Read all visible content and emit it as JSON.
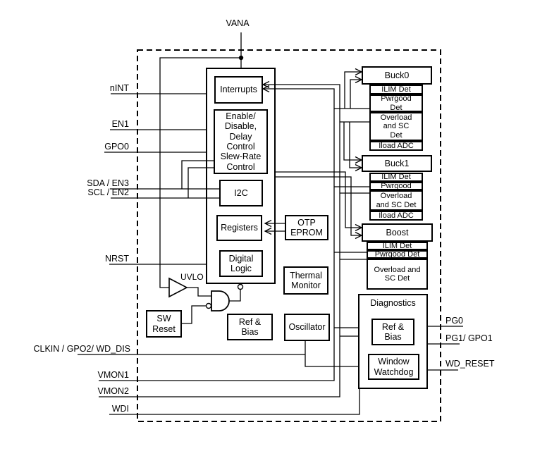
{
  "diagram": {
    "top_pin": "VANA",
    "pins_left": {
      "nint": "nINT",
      "en1": "EN1",
      "gpo0": "GPO0",
      "sda_en3": "SDA / EN3",
      "scl_en2": "SCL / EN2",
      "nrst": "NRST",
      "clkin": "CLKIN / GPO2/ WD_DIS",
      "vmon1": "VMON1",
      "vmon2": "VMON2",
      "wdi": "WDI"
    },
    "pins_right": {
      "pg0": "PG0",
      "pg1_gpo1": "PG1/ GPO1",
      "wd_reset": "WD_RESET"
    },
    "blocks": {
      "interrupts": "Interrupts",
      "enable": "Enable/\nDisable,\nDelay\nControl\nSlew-Rate\nControl",
      "i2c": "I2C",
      "registers": "Registers",
      "digital_logic": "Digital\nLogic",
      "otp_eprom": "OTP\nEPROM",
      "thermal_monitor": "Thermal\nMonitor",
      "uvlo": "UVLO",
      "sw_reset": "SW\nReset",
      "ref_bias": "Ref &\nBias",
      "oscillator": "Oscillator",
      "buck0": {
        "title": "Buck0",
        "rows": [
          "ILIM Det",
          "Pwrgood\nDet",
          "Overload\nand SC\nDet",
          "Iload ADC"
        ]
      },
      "buck1": {
        "title": "Buck1",
        "rows": [
          "ILIM Det",
          "Pwrgood",
          "Overload\nand SC Det",
          "Iload ADC"
        ]
      },
      "boost": {
        "title": "Boost",
        "rows": [
          "ILIM Det",
          "Pwrgood Det",
          "Overload and\nSC Det"
        ]
      },
      "diagnostics": {
        "title": "Diagnostics",
        "ref_bias": "Ref &\nBias",
        "watchdog": "Window\nWatchdog"
      }
    },
    "colors": {
      "line": "#000000",
      "background": "#ffffff"
    }
  }
}
